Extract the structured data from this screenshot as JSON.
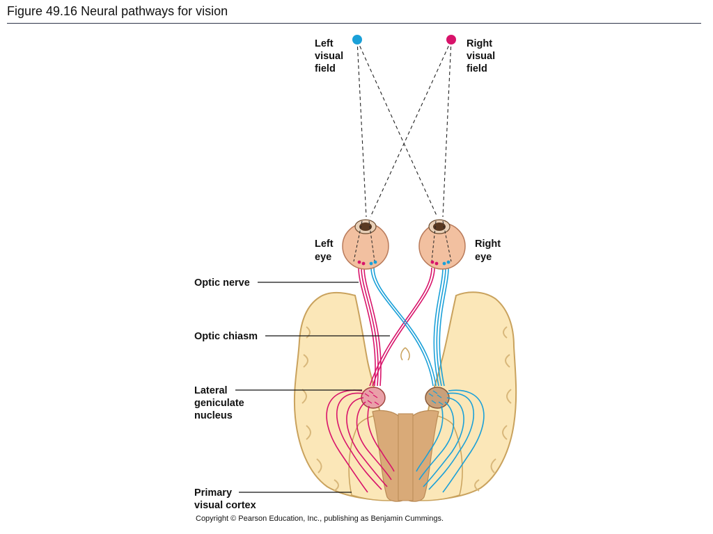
{
  "header": {
    "title": "Figure 49.16  Neural pathways for vision"
  },
  "labels": {
    "left_visual_field": [
      "Left",
      "visual",
      "field"
    ],
    "right_visual_field": [
      "Right",
      "visual",
      "field"
    ],
    "left_eye": [
      "Left",
      "eye"
    ],
    "right_eye": [
      "Right",
      "eye"
    ],
    "optic_nerve": "Optic nerve",
    "optic_chiasm": "Optic chiasm",
    "lateral_geniculate_nucleus": [
      "Lateral",
      "geniculate",
      "nucleus"
    ],
    "primary_visual_cortex": [
      "Primary",
      "visual cortex"
    ]
  },
  "footer": {
    "copyright": "Copyright © Pearson Education, Inc., publishing as Benjamin Cummings."
  },
  "colors": {
    "left_field": "#1aa0d8",
    "right_field": "#d8136a",
    "eye": "#f2c0a0",
    "brain": "#fbe7b8",
    "brain_outline": "#c9a25d",
    "brainstem": "#d9aa78",
    "text": "#111111"
  }
}
